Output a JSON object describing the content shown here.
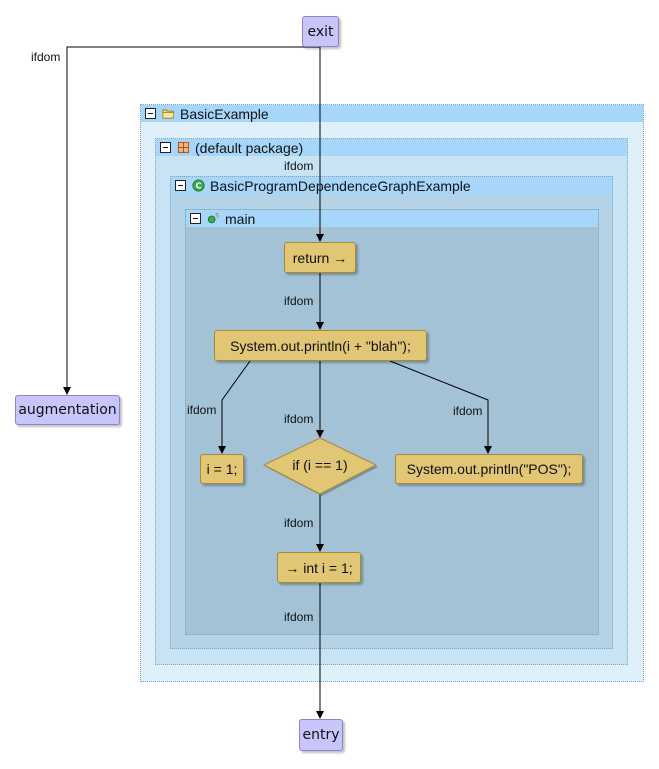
{
  "groups": {
    "project": "BasicExample",
    "package": "(default package)",
    "class": "BasicProgramDependenceGraphExample",
    "method": "main"
  },
  "nodes": {
    "exit": "exit",
    "augmentation": "augmentation",
    "return": "return →",
    "println_blah": "System.out.println(i + \"blah\");",
    "assign": "i = 1;",
    "if": "if (i == 1)",
    "println_pos": "System.out.println(\"POS\");",
    "decl": "→ int i = 1;",
    "entry": "entry"
  },
  "edge_labels": {
    "exit_to_augmentation": "ifdom",
    "exit_to_return": "ifdom",
    "return_to_println": "ifdom",
    "println_to_assign": "ifdom",
    "println_to_if": "ifdom",
    "println_to_pos": "ifdom",
    "if_to_decl": "ifdom",
    "decl_to_entry": "ifdom"
  },
  "colors": {
    "statement_fill": "#e0c675",
    "terminal_fill": "#c8c5fb",
    "group_header": "#a6d7fb"
  }
}
